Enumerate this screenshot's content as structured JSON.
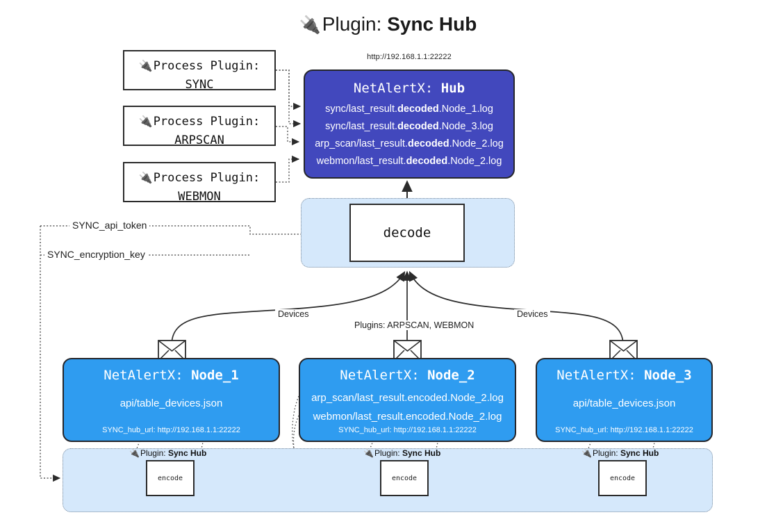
{
  "title": {
    "icon": "plug-icon",
    "prefix": "Plugin: ",
    "name": "Sync Hub",
    "glyph": "🔌"
  },
  "hub_url": "http://192.168.1.1:22222",
  "process_plugins": [
    {
      "icon": "plug-icon",
      "line1": "Process Plugin:",
      "line2": "SYNC"
    },
    {
      "icon": "plug-icon",
      "line1": "Process Plugin:",
      "line2": "ARPSCAN"
    },
    {
      "icon": "plug-icon",
      "line1": "Process Plugin:",
      "line2": "WEBMON"
    }
  ],
  "hub": {
    "title_prefix": "NetAlertX: ",
    "title_name": "Hub",
    "logs": [
      {
        "pre": "sync/last_result.",
        "mid": "decoded",
        "post": ".Node_1.log"
      },
      {
        "pre": "sync/last_result.",
        "mid": "decoded",
        "post": ".Node_3.log"
      },
      {
        "pre": "arp_scan/last_result.",
        "mid": "decoded",
        "post": ".Node_2.log"
      },
      {
        "pre": "webmon/last_result.",
        "mid": "decoded",
        "post": ".Node_2.log"
      }
    ]
  },
  "decode": {
    "label": "decode"
  },
  "tokens": [
    {
      "label": "SYNC_api_token"
    },
    {
      "label": "SYNC_encryption_key"
    }
  ],
  "edge_labels": {
    "left_devices": "Devices",
    "center_plugins": "Plugins: ARPSCAN, WEBMON",
    "right_devices": "Devices"
  },
  "nodes": [
    {
      "title_prefix": "NetAlertX: ",
      "title_name": "Node_1",
      "lines": [
        "api/table_devices.json"
      ],
      "footer": "SYNC_hub_url: http://192.168.1.1:22222"
    },
    {
      "title_prefix": "NetAlertX: ",
      "title_name": "Node_2",
      "lines": [
        "arp_scan/last_result.encoded.Node_2.log",
        "webmon/last_result.encoded.Node_2.log"
      ],
      "footer": "SYNC_hub_url: http://192.168.1.1:22222"
    },
    {
      "title_prefix": "NetAlertX: ",
      "title_name": "Node_3",
      "lines": [
        "api/table_devices.json"
      ],
      "footer": "SYNC_hub_url: http://192.168.1.1:22222"
    }
  ],
  "encoders": [
    {
      "plugin_prefix": "Plugin: ",
      "plugin_name": "Sync Hub",
      "box_label": "encode",
      "glyph": "🔌"
    },
    {
      "plugin_prefix": "Plugin: ",
      "plugin_name": "Sync Hub",
      "box_label": "encode",
      "glyph": "🔌"
    },
    {
      "plugin_prefix": "Plugin: ",
      "plugin_name": "Sync Hub",
      "box_label": "encode",
      "glyph": "🔌"
    }
  ],
  "colors": {
    "hub_fill": "#4248bd",
    "node_fill": "#2f9cf0",
    "band_fill": "#d5e8fb",
    "stroke": "#25262b",
    "dotted": "#7d8c9c"
  }
}
